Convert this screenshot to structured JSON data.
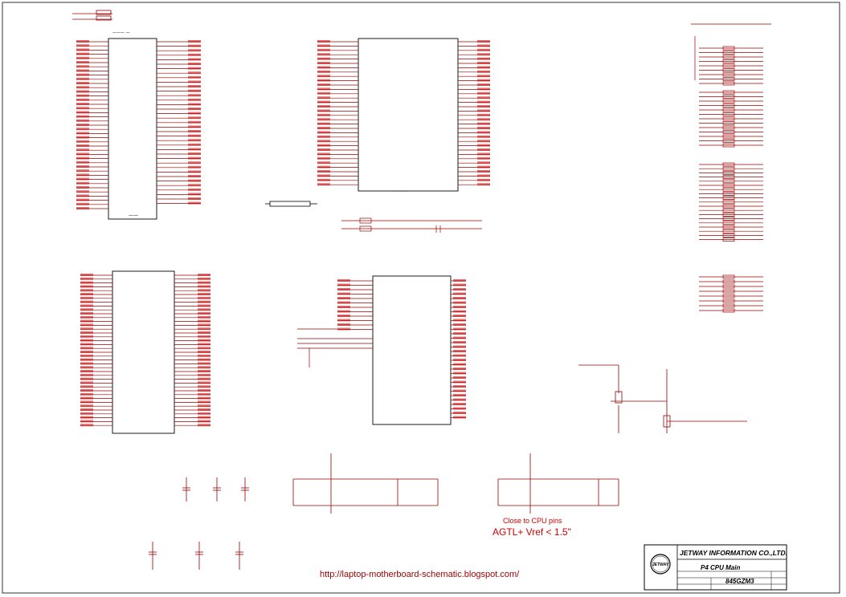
{
  "title_block": {
    "company": "JETWAY INFORMATION CO.,LTD.",
    "sheet_title": "P4 CPU Main",
    "model": "845GZM3"
  },
  "notes": {
    "close_to_cpu": "Close to CPU pins",
    "agtl_vref": "AGTL+ Vref < 1.5\""
  },
  "watermark_url": "http://laptop-motherboard-schematic.blogspot.com/",
  "colors": {
    "wire": "#9a0000",
    "label": "#cc0000",
    "body": "#000000"
  }
}
